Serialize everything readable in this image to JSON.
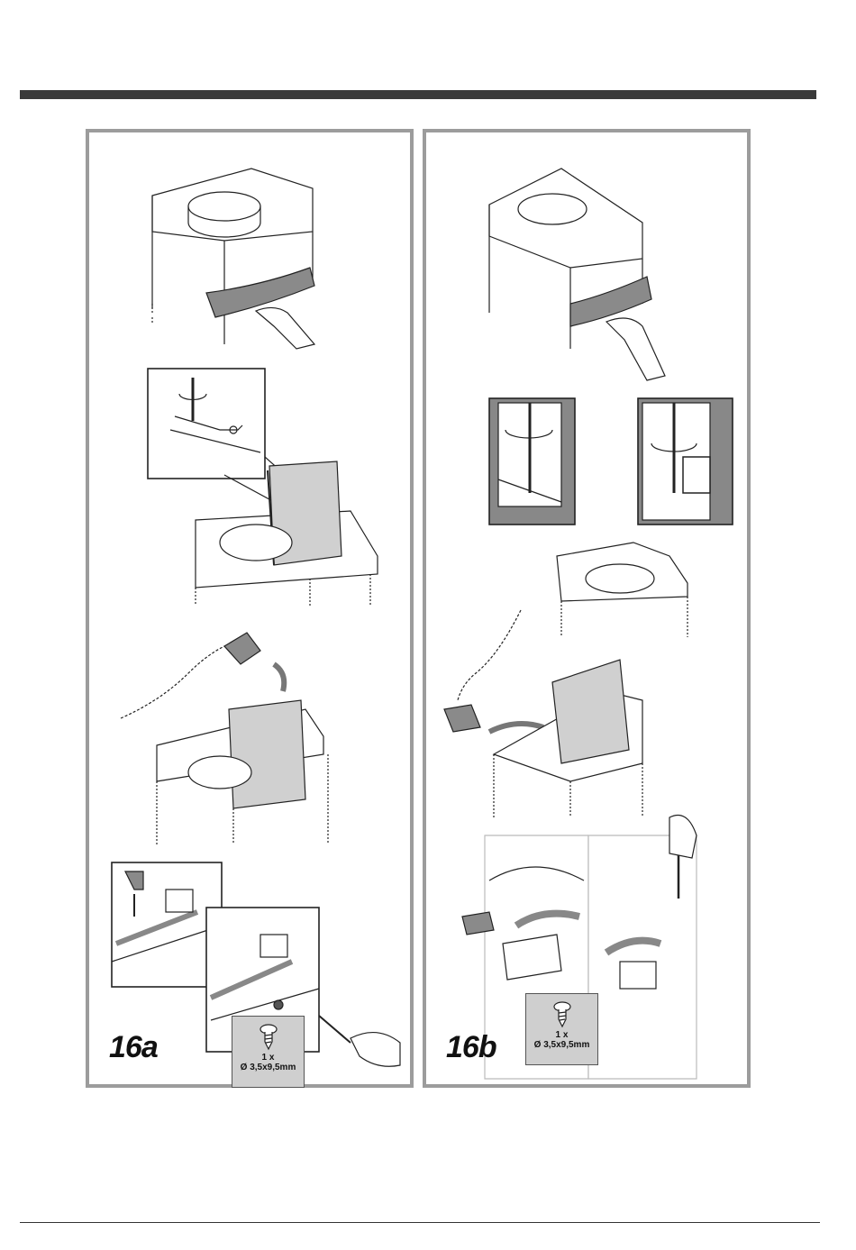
{
  "figures": [
    {
      "label": "16a",
      "screw": {
        "quantity": "1 x",
        "size": "Ø 3,5x9,5mm"
      }
    },
    {
      "label": "16b",
      "screw": {
        "quantity": "1 x",
        "size": "Ø 3,5x9,5mm"
      }
    }
  ],
  "colors": {
    "panel_border": "#9c9c9c",
    "band": "#8a8a8a",
    "fill": "#d0d0d0",
    "rule": "#3a3a3a"
  }
}
